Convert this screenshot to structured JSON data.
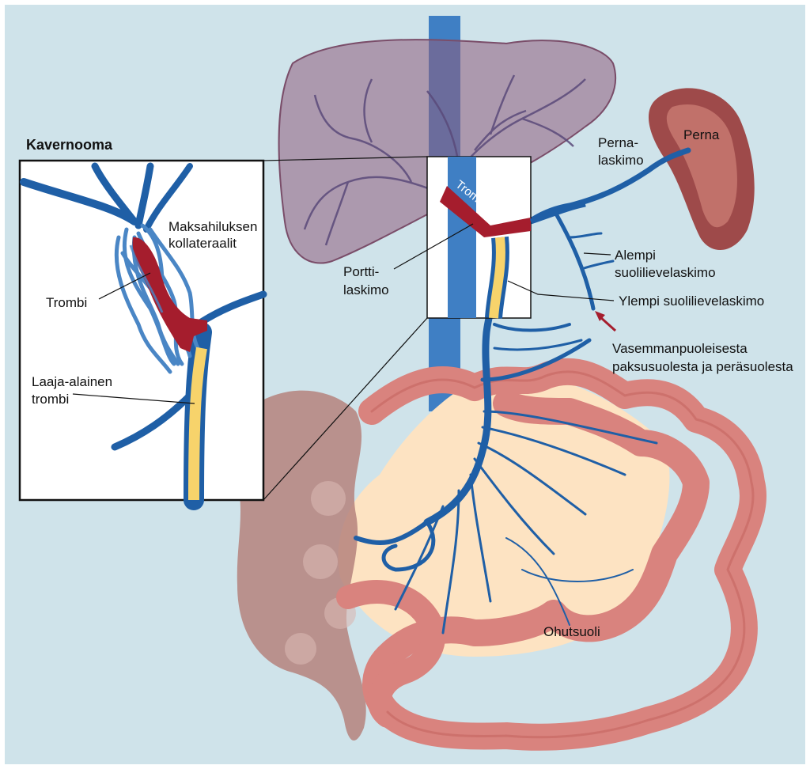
{
  "colors": {
    "background": "#cfe3ea",
    "vein": "#1f5fa6",
    "vein_light": "#4a86c5",
    "thrombus": "#a51d2d",
    "extensive_thrombus": "#f7d36b",
    "liver": "#8f5d7c",
    "spleen": "#9e4a4a",
    "intestine": "#d9837e",
    "mesentery": "#fde3c2"
  },
  "inset": {
    "title": "Kavernooma",
    "collaterals_line1": "Maksahiluksen",
    "collaterals_line2": "kollateraalit",
    "thrombus": "Trombi",
    "extensive_line1": "Laaja-alainen",
    "extensive_line2": "trombi"
  },
  "main": {
    "thrombus_on_vein": "Trombi",
    "portal_line1": "Portti-",
    "portal_line2": "laskimo",
    "spleen": "Perna",
    "splenic_line1": "Perna-",
    "splenic_line2": "laskimo",
    "inferior_line1": "Alempi",
    "inferior_line2": "suolilievelaskimo",
    "superior": "Ylempi suolilievelaskimo",
    "from_colon_line1": "Vasemmanpuoleisesta",
    "from_colon_line2": "paksusuolesta ja peräsuolesta",
    "small_intestine": "Ohutsuoli"
  }
}
